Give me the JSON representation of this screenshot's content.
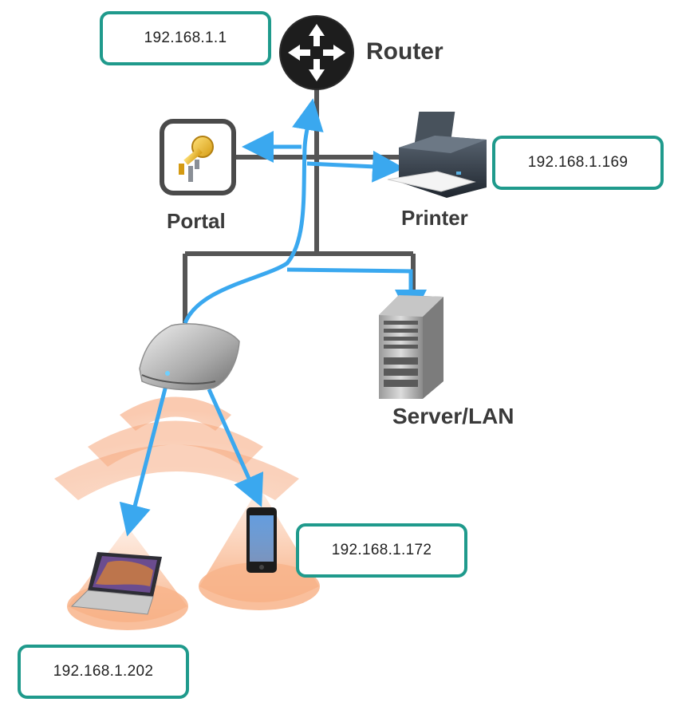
{
  "devices": {
    "router": {
      "label": "Router",
      "ip": "192.168.1.1"
    },
    "portal": {
      "label": "Portal"
    },
    "printer": {
      "label": "Printer",
      "ip": "192.168.1.169"
    },
    "server": {
      "label": "Server/LAN"
    },
    "phone": {
      "ip": "192.168.1.172"
    },
    "laptop": {
      "ip": "192.168.1.202"
    }
  },
  "colors": {
    "ip_border": "#1f9a8c",
    "data_flow": "#3aa8ef",
    "wired_link": "#555555",
    "wifi_wave": "#f7b08a"
  }
}
